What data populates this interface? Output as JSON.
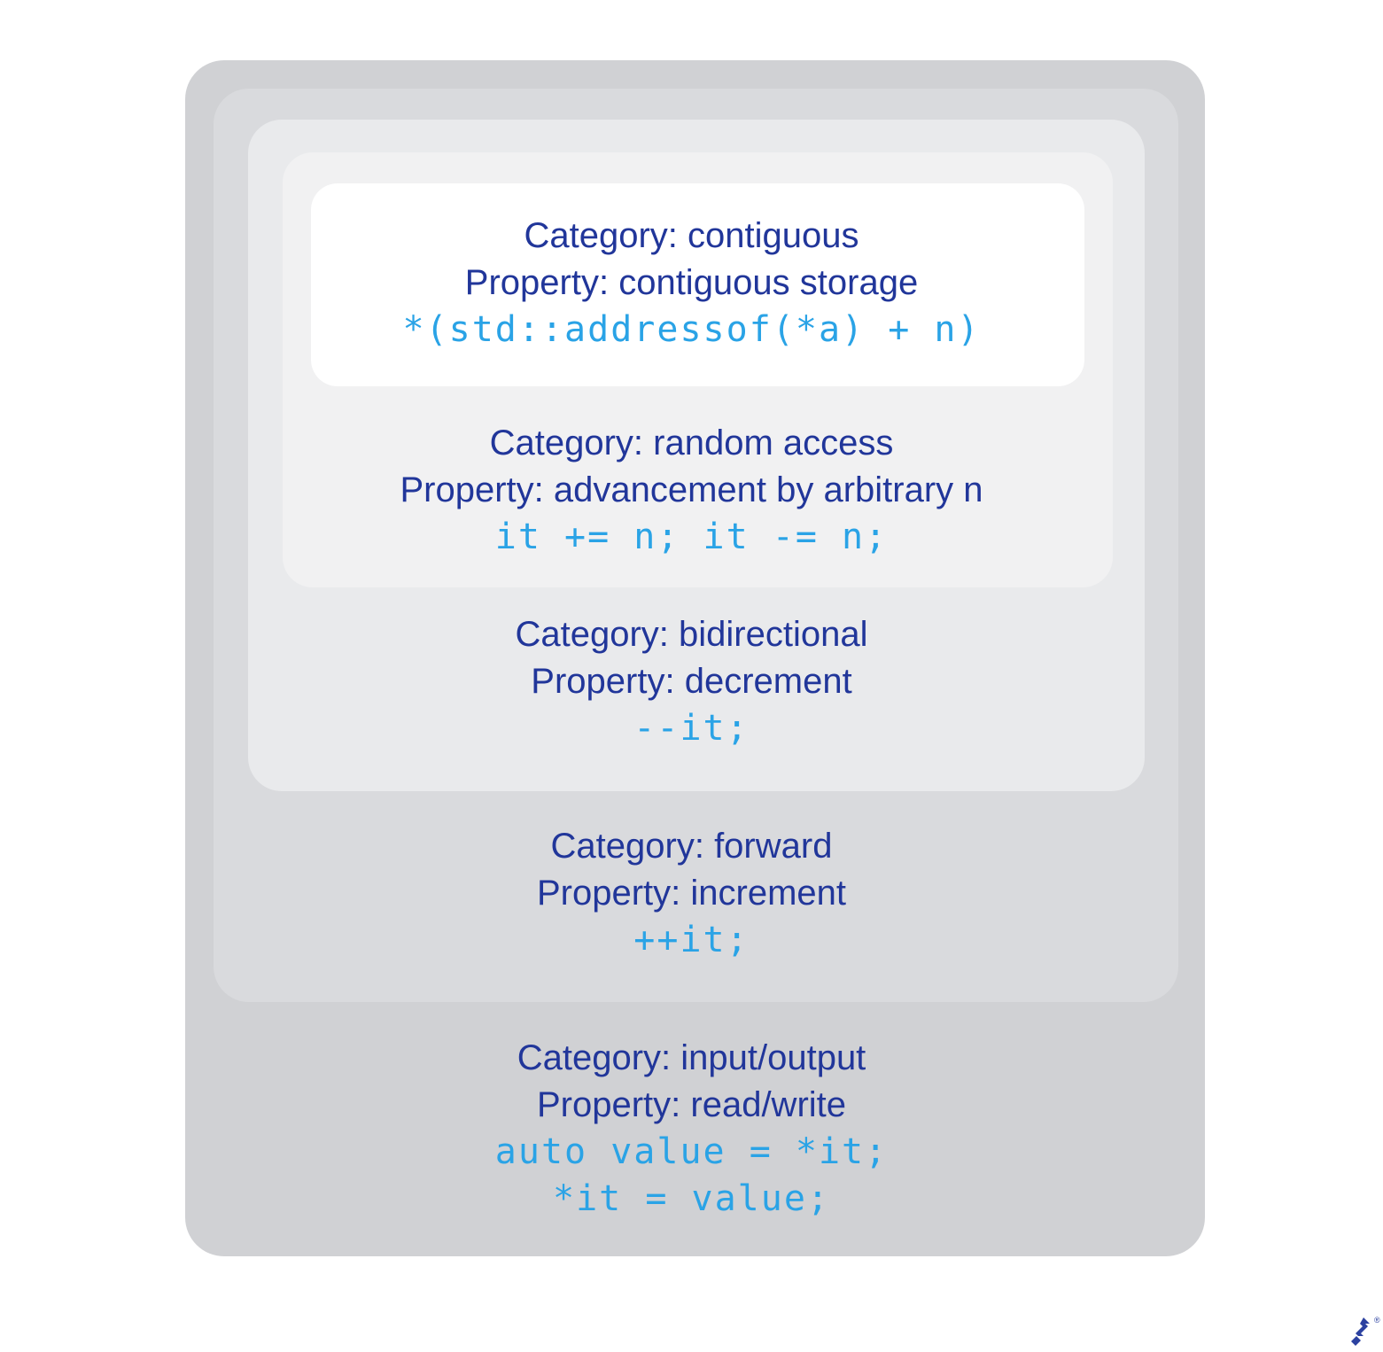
{
  "colors": {
    "background": "#ffffff",
    "text": "#21369a",
    "code": "#2aa3e6",
    "level_io": "#d0d1d4",
    "level_forward": "#d9dadd",
    "level_bidirectional": "#e9eaec",
    "level_random": "#f1f1f2",
    "level_contiguous": "#ffffff",
    "logo": "#2c41a0"
  },
  "levels": {
    "contiguous": {
      "category": "Category: contiguous",
      "property": "Property: contiguous storage",
      "code": [
        "*(std::addressof(*a) + n)"
      ]
    },
    "random_access": {
      "category": "Category: random access",
      "property": "Property: advancement by arbitrary n",
      "code": [
        "it += n; it -= n;"
      ]
    },
    "bidirectional": {
      "category": "Category: bidirectional",
      "property": "Property: decrement",
      "code": [
        "--it;"
      ]
    },
    "forward": {
      "category": "Category: forward",
      "property": "Property: increment",
      "code": [
        "++it;"
      ]
    },
    "input_output": {
      "category": "Category: input/output",
      "property": "Property: read/write",
      "code": [
        "auto value = *it;",
        "*it = value;"
      ]
    }
  },
  "logo": {
    "icon": "toptal-logo-icon",
    "mark": "®"
  }
}
